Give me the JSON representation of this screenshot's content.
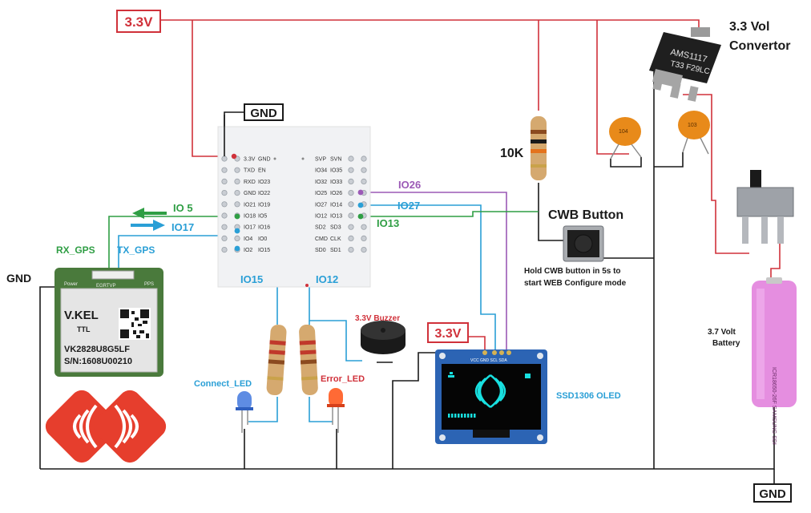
{
  "labels": {
    "v33_top": "3.3V",
    "gnd_top": "GND",
    "converter": "3.3 Vol\nConvertor",
    "chip_marking_1": "AMS1117",
    "chip_marking_2": "T33 F29LC",
    "cap1": "104",
    "cap2": "103",
    "resistor": "10K",
    "cwb_button": "CWB Button",
    "hold_note_1": "Hold CWB button in 5s to",
    "hold_note_2": "start WEB Configure mode",
    "io26": "IO26",
    "io27": "IO27",
    "io13": "IO13",
    "io5": "IO 5",
    "io17": "IO17",
    "rx_gps": "RX_GPS",
    "tx_gps": "TX_GPS",
    "gnd_left": "GND",
    "io15": "IO15",
    "io12": "IO12",
    "buzzer": "3.3V Buzzer",
    "v33_oled": "3.3V",
    "connect_led": "Connect_LED",
    "error_led": "Error_LED",
    "oled": "SSD1306 OLED",
    "battery_1": "3.7 Volt",
    "battery_2": "Battery",
    "gnd_bottom": "GND",
    "battery_marking": "ICR18650-26F SAMSUNG SDI"
  },
  "gps": {
    "brand": "V.KEL",
    "ttl": "TTL",
    "model": "VK2828U8G5LF",
    "serial": "S/N:1608U00210",
    "power": "Power",
    "pps": "PPS",
    "code": "EGRTVP"
  },
  "esp32_left_pins": [
    "3.3V",
    "TXD",
    "RXD",
    "GND",
    "IO21",
    "IO18",
    "IO17",
    "IO4",
    "IO2"
  ],
  "esp32_left_pins2": [
    "GND",
    "EN",
    "IO23",
    "IO22",
    "IO19",
    "IO5",
    "IO16",
    "IO0",
    "IO15"
  ],
  "esp32_right_pins": [
    "SVP",
    "IO34",
    "IO32",
    "IO25",
    "IO27",
    "IO12",
    "SD2",
    "CMD",
    "SD0"
  ],
  "esp32_right_pins2": [
    "SVN",
    "IO35",
    "IO33",
    "IO26",
    "IO14",
    "IO13",
    "SD3",
    "CLK",
    "SD1"
  ],
  "oled_pins": "VCC GND SCL SDA",
  "colors": {
    "power": "#d0313a",
    "ground": "#1a1a1a",
    "io_blue": "#2a9fd6",
    "io_green": "#2f9e44",
    "io_purple": "#9b59b6",
    "oled_cyan": "#18e0e0"
  }
}
